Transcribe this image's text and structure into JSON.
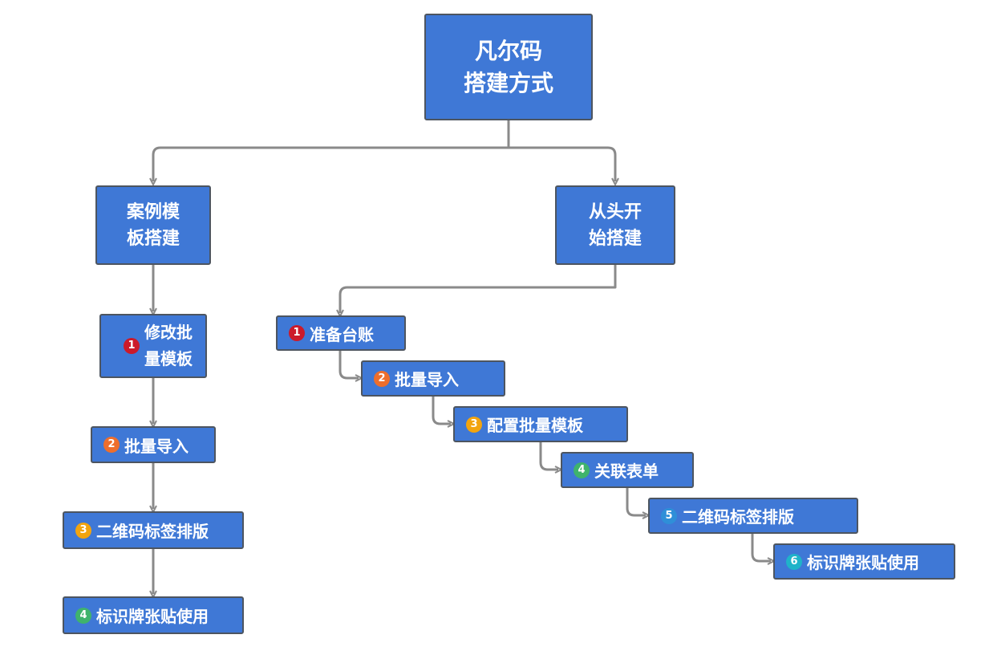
{
  "root": {
    "line1": "凡尔码",
    "line2": "搭建方式"
  },
  "left_branch": {
    "title_line1": "案例模",
    "title_line2": "板搭建",
    "steps": [
      {
        "num": "1",
        "line1": "修改批",
        "line2": "量模板",
        "color": "#cc1a2a"
      },
      {
        "num": "2",
        "label": "批量导入",
        "color": "#ee6e2c"
      },
      {
        "num": "3",
        "label": "二维码标签排版",
        "color": "#f2a40f"
      },
      {
        "num": "4",
        "label": "标识牌张贴使用",
        "color": "#3fb36c"
      }
    ]
  },
  "right_branch": {
    "title_line1": "从头开",
    "title_line2": "始搭建",
    "steps": [
      {
        "num": "1",
        "label": "准备台账",
        "color": "#cc1a2a"
      },
      {
        "num": "2",
        "label": "批量导入",
        "color": "#ee6e2c"
      },
      {
        "num": "3",
        "label": "配置批量模板",
        "color": "#f2a40f"
      },
      {
        "num": "4",
        "label": "关联表单",
        "color": "#3fb36c"
      },
      {
        "num": "5",
        "label": "二维码标签排版",
        "color": "#2f8fd8"
      },
      {
        "num": "6",
        "label": "标识牌张贴使用",
        "color": "#1fb3c9"
      }
    ]
  },
  "colors": {
    "node_fill": "#3f78d6",
    "node_border": "#4d5560",
    "connector": "#8a8a8a"
  }
}
